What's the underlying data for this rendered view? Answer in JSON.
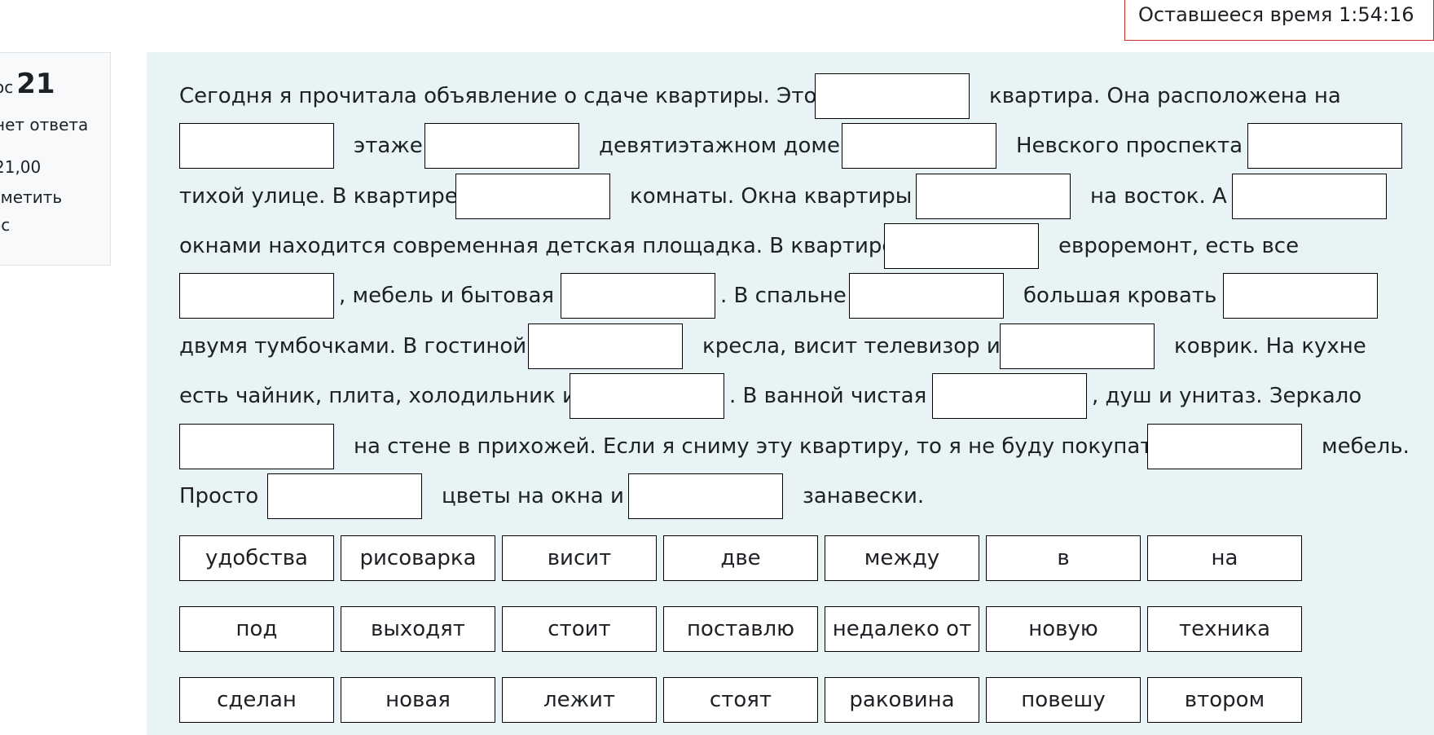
{
  "timer": {
    "label": "Оставшееся время 1:54:16"
  },
  "question_info": {
    "word": "ос",
    "number": "21",
    "status": "нет ответа",
    "mark": "21,00",
    "flag_line1": "тметить",
    "flag_line2": "ос"
  },
  "text": {
    "l1a": "Сегодня я прочитала объявление о сдаче квартиры. Это",
    "l1b": "квартира. Она расположена на",
    "l2a": "этаже",
    "l2b": "девятиэтажном доме",
    "l2c": "Невского проспекта",
    "l3a": "тихой улице. В квартире",
    "l3b": "комнаты. Окна квартиры",
    "l3c": "на восток. А",
    "l4a": "окнами находится современная детская площадка. В квартире",
    "l4b": "евроремонт, есть все",
    "l5a": ", мебель и бытовая",
    "l5b": ". В спальне",
    "l5c": "большая кровать",
    "l6a": "двумя тумбочками. В гостиной",
    "l6b": "кресла, висит телевизор и",
    "l6c": "коврик. На кухне",
    "l7a": "есть чайник, плита, холодильник и",
    "l7b": ". В ванной чистая",
    "l7c": ", душ и унитаз.  Зеркало",
    "l8a": "на стене в прихожей. Если я сниму эту квартиру, то я не буду покупать",
    "l8b": "мебель.",
    "l9a": "Просто",
    "l9b": "цветы на окна и",
    "l9c": "занавески."
  },
  "choices": [
    "удобства",
    "рисоварка",
    "висит",
    "две",
    "между",
    "в",
    "на",
    "под",
    "выходят",
    "стоит",
    "поставлю",
    "недалеко от",
    "новую",
    "техника",
    "сделан",
    "новая",
    "лежит",
    "стоят",
    "раковина",
    "повешу",
    "втором"
  ]
}
